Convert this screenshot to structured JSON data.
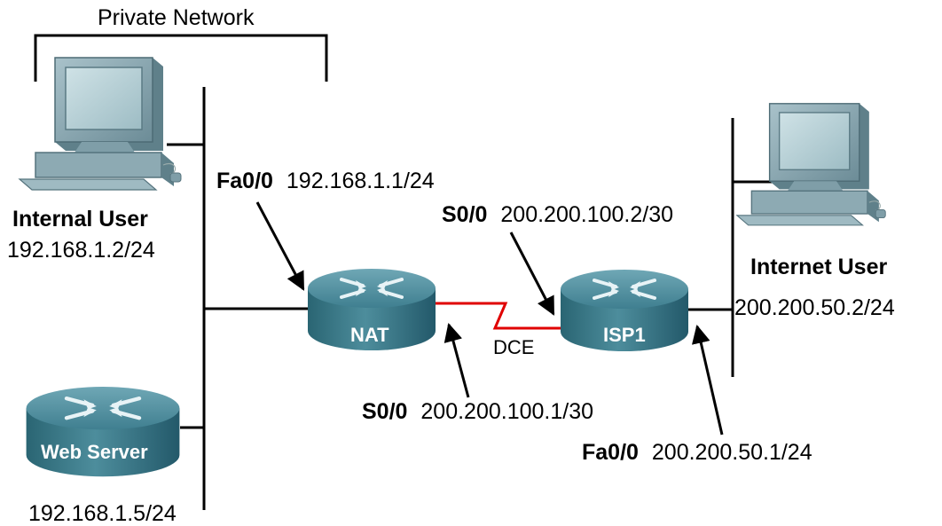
{
  "private_network_label": "Private Network",
  "devices": {
    "internal_user": {
      "name": "Internal User",
      "ip": "192.168.1.2/24"
    },
    "web_server": {
      "name": "Web Server",
      "ip": "192.168.1.5/24"
    },
    "nat_router": {
      "name": "NAT"
    },
    "isp_router": {
      "name": "ISP1"
    },
    "internet_user": {
      "name": "Internet User",
      "ip": "200.200.50.2/24"
    }
  },
  "interfaces": {
    "nat_fa": {
      "name": "Fa0/0",
      "ip": "192.168.1.1/24"
    },
    "isp_s": {
      "name": "S0/0",
      "ip": "200.200.100.2/30"
    },
    "nat_s": {
      "name": "S0/0",
      "ip": "200.200.100.1/30"
    },
    "isp_fa": {
      "name": "Fa0/0",
      "ip": "200.200.50.1/24"
    }
  },
  "serial_link": {
    "dce_label": "DCE",
    "color": "#e00000"
  },
  "colors": {
    "router_body": "#2e7180",
    "router_top": "#4d8fa0",
    "monitor": "#8aa9b3",
    "screen": "#b9d2d8"
  }
}
